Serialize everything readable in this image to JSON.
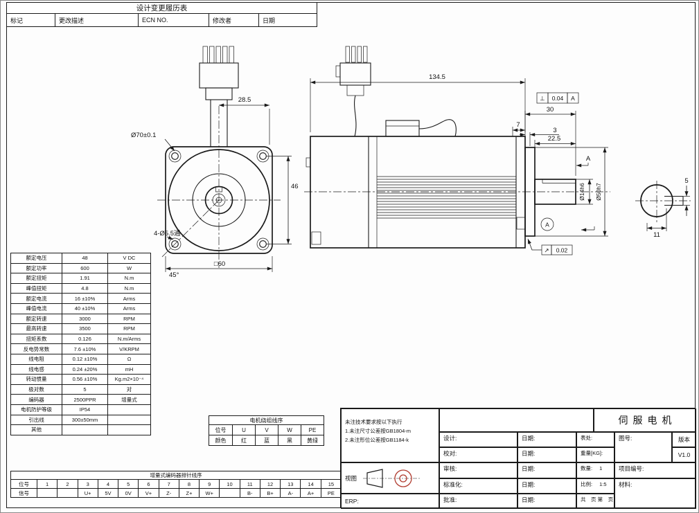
{
  "change_table": {
    "title": "设计变更履历表",
    "headers": [
      "标记",
      "更改描述",
      "ECN NO.",
      "修改者",
      "日期"
    ]
  },
  "specs_table": {
    "rows": [
      {
        "label": "额定电压",
        "value": "48",
        "unit": "V DC"
      },
      {
        "label": "额定功率",
        "value": "600",
        "unit": "W"
      },
      {
        "label": "额定扭矩",
        "value": "1.91",
        "unit": "N.m"
      },
      {
        "label": "峰值扭矩",
        "value": "4.8",
        "unit": "N.m"
      },
      {
        "label": "额定电流",
        "value": "16 ±10%",
        "unit": "Arms"
      },
      {
        "label": "峰值电流",
        "value": "40 ±10%",
        "unit": "Arms"
      },
      {
        "label": "额定转速",
        "value": "3000",
        "unit": "RPM"
      },
      {
        "label": "最高转速",
        "value": "3500",
        "unit": "RPM"
      },
      {
        "label": "扭矩系数",
        "value": "0.126",
        "unit": "N.m/Arms"
      },
      {
        "label": "反电势常数",
        "value": "7.6 ±10%",
        "unit": "V/KRPM"
      },
      {
        "label": "线电阻",
        "value": "0.12 ±10%",
        "unit": "Ω"
      },
      {
        "label": "线电感",
        "value": "0.24 ±20%",
        "unit": "mH"
      },
      {
        "label": "转动惯量",
        "value": "0.56 ±10%",
        "unit": "Kg.m2×10⁻⁴"
      },
      {
        "label": "极对数",
        "value": "5",
        "unit": "对"
      },
      {
        "label": "编码器",
        "value": "2500PPR",
        "unit": "增量式"
      },
      {
        "label": "电机防护等级",
        "value": "IP54",
        "unit": ""
      },
      {
        "label": "引出线",
        "value": "300±50mm",
        "unit": ""
      },
      {
        "label": "其他",
        "value": "",
        "unit": ""
      }
    ]
  },
  "winding_table": {
    "title": "电机绕组线序",
    "row1_label": "位号",
    "row2_label": "颜色",
    "pins": [
      "U",
      "V",
      "W",
      "PE"
    ],
    "colors": [
      "红",
      "蓝",
      "黑",
      "黄绿"
    ]
  },
  "encoder_table": {
    "title": "增量式编码器排针线序",
    "row1_label": "位号",
    "row2_label": "信号",
    "pins": [
      "1",
      "2",
      "3",
      "4",
      "5",
      "6",
      "7",
      "8",
      "9",
      "10",
      "11",
      "12",
      "13",
      "14",
      "15"
    ],
    "signals": [
      "",
      "",
      "U+",
      "5V",
      "0V",
      "V+",
      "Z-",
      "Z+",
      "W+",
      "",
      "B-",
      "B+",
      "A-",
      "A+",
      "PE"
    ]
  },
  "title_block": {
    "notes": [
      "未注技术要求按以下执行",
      "1.未注尺寸公差按GB1804-m",
      "2.未注形位公差按GB1184-k"
    ],
    "view_label": "视图",
    "erp_label": "ERP:",
    "design_label": "设计:",
    "check_label": "校对:",
    "audit_label": "审核:",
    "standardize_label": "标准化:",
    "approve_label": "批准:",
    "date_label": "日期:",
    "surface_label": "表处:",
    "weight_label": "重量[KG]:",
    "quantity_label": "数量:",
    "quantity_value": "1",
    "scale_label": "比例:",
    "scale_value": "1:5",
    "pages_label": "共　页 第　页",
    "product_title": "伺服电机",
    "drawing_no_label": "图号:",
    "version_label": "版本",
    "version_value": "V1.0",
    "project_no_label": "项目编号:",
    "material_label": "材料:"
  },
  "drawing": {
    "front": {
      "dim_connector": "28.5",
      "dim_bolt_circle": "Ø70±0.1",
      "dim_height": "46",
      "dim_holes": "4-Ø5.5通",
      "dim_angle": "45°",
      "dim_square": "□60"
    },
    "side": {
      "dim_length": "134.5",
      "perp_symbol": "⊥",
      "perp_value": "0.04",
      "perp_datum": "A",
      "dim_shaft_len": "30",
      "dim_rear": "7",
      "dim_step": "3",
      "dim_key_len": "22.5",
      "section_label": "A",
      "detail_label": "A",
      "dim_shaft_dia": "Ø14h6",
      "dim_pilot_dia": "Ø50h7",
      "runout_symbol": "↗",
      "runout_value": "0.02",
      "dim_key_width": "5",
      "dim_key_pos": "11"
    }
  },
  "colors": {
    "line": "#1a1a1a",
    "projection_accent": "#b03a2e"
  }
}
